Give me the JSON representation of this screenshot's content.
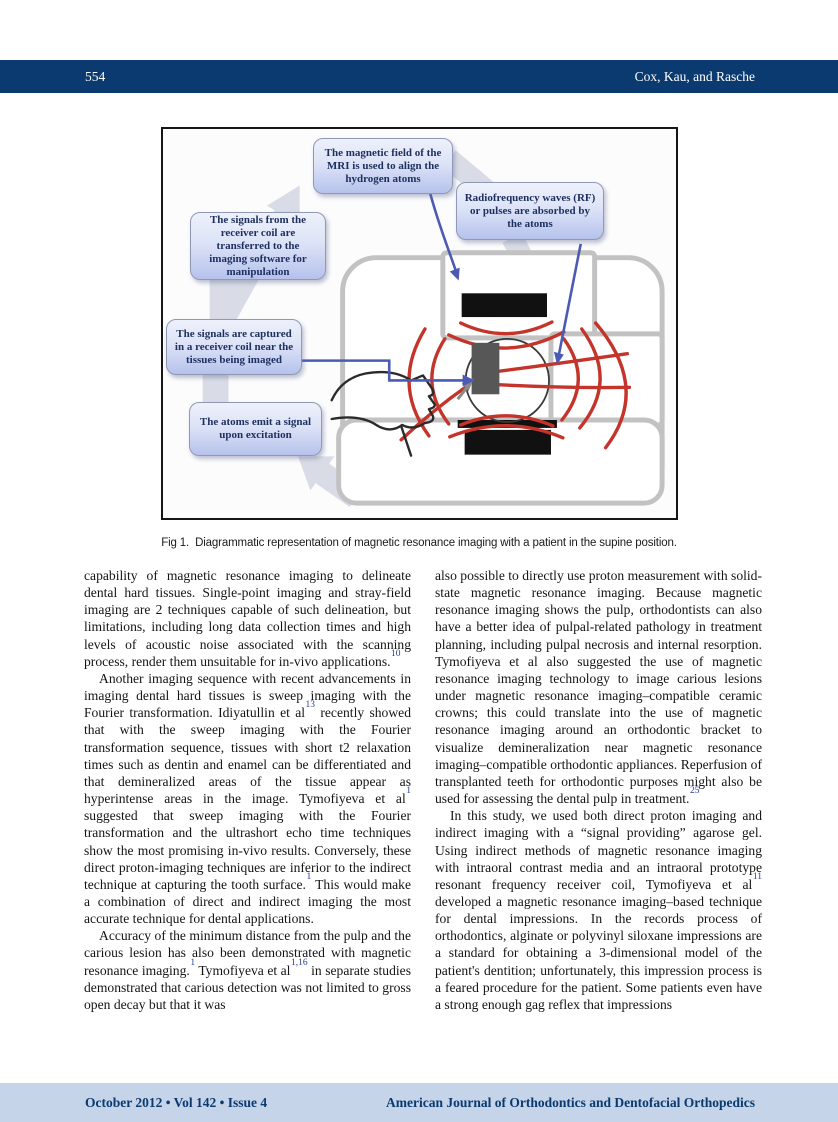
{
  "header": {
    "page_number": "554",
    "authors": "Cox, Kau, and Rasche"
  },
  "figure": {
    "caption_label": "Fig 1.",
    "caption_text": "Diagrammatic representation of magnetic resonance imaging with a patient in the supine position.",
    "callouts": [
      {
        "id": "magnetic-field",
        "text": "The magnetic field of the MRI is used to align the hydrogen atoms"
      },
      {
        "id": "rf-waves",
        "text": "Radiofrequency waves (RF) or pulses are absorbed by the atoms"
      },
      {
        "id": "signals-transferred",
        "text": "The signals from the receiver coil are transferred to the imaging software for manipulation"
      },
      {
        "id": "signals-captured",
        "text": "The signals are captured in a receiver coil near the tissues being imaged"
      },
      {
        "id": "atoms-emit",
        "text": "The atoms emit a signal upon excitation"
      }
    ],
    "diagram_colors": {
      "wave": "#c4342b",
      "magnet": "#111111",
      "coil": "#575757",
      "machine_outline": "#c2c2c2",
      "callout_border": "#8f99b5",
      "arrow_blue": "#4a5ab5",
      "flow_arrow": "#d9dce6"
    }
  },
  "body": {
    "left_column": [
      {
        "indent": false,
        "runs": [
          {
            "t": "capability of magnetic resonance imaging to delineate dental hard tissues. Single-point imaging and stray-field imaging are 2 techniques capable of such delineation, but limitations, including long data collection times and high levels of acoustic noise associated with the scanning process, render them unsuitable for in-vivo applications."
          },
          {
            "sup": "10"
          }
        ]
      },
      {
        "indent": true,
        "runs": [
          {
            "t": "Another imaging sequence with recent advancements in imaging dental hard tissues is sweep imaging with the Fourier transformation. Idiyatullin et al"
          },
          {
            "sup": "13"
          },
          {
            "t": " recently showed that with the sweep imaging with the Fourier transformation sequence, tissues with short t2 relaxation times such as dentin and enamel can be differentiated and that demineralized areas of the tissue appear as hyperintense areas in the image. Tymofiyeva et al"
          },
          {
            "sup": "1"
          },
          {
            "t": " suggested that sweep imaging with the Fourier transformation and the ultrashort echo time techniques show the most promising in-vivo results. Conversely, these direct proton-imaging techniques are inferior to the indirect technique at capturing the tooth surface."
          },
          {
            "sup": "1"
          },
          {
            "t": " This would make a combination of direct and indirect imaging the most accurate technique for dental applications."
          }
        ]
      },
      {
        "indent": true,
        "runs": [
          {
            "t": "Accuracy of the minimum distance from the pulp and the carious lesion has also been demonstrated with magnetic resonance imaging."
          },
          {
            "sup": "1"
          },
          {
            "t": " Tymofiyeva et al"
          },
          {
            "sup": "1,16"
          },
          {
            "t": " in separate studies demonstrated that carious detection was not limited to gross open decay but that it was"
          }
        ]
      }
    ],
    "right_column": [
      {
        "indent": false,
        "runs": [
          {
            "t": "also possible to directly use proton measurement with solid-state magnetic resonance imaging. Because magnetic resonance imaging shows the pulp, orthodontists can also have a better idea of pulpal-related pathology in treatment planning, including pulpal necrosis and internal resorption. Tymofiyeva et al also suggested the use of magnetic resonance imaging technology to image carious lesions under magnetic resonance imaging–compatible ceramic crowns; this could translate into the use of magnetic resonance imaging around an orthodontic bracket to visualize demineralization near magnetic resonance imaging–compatible orthodontic appliances. Reperfusion of transplanted teeth for orthodontic purposes might also be used for assessing the dental pulp in treatment."
          },
          {
            "sup": "25"
          }
        ]
      },
      {
        "indent": true,
        "runs": [
          {
            "t": "In this study, we used both direct proton imaging and indirect imaging with a “signal providing” agarose gel. Using indirect methods of magnetic resonance imaging with intraoral contrast media and an intraoral prototype resonant frequency receiver coil, Tymofiyeva et al"
          },
          {
            "sup": "11"
          },
          {
            "t": " developed a magnetic resonance imaging–based technique for dental impressions. In the records process of orthodontics, alginate or polyvinyl siloxane impressions are a standard for obtaining a 3-dimensional model of the patient's dentition; unfortunately, this impression process is a feared procedure for the patient. Some patients even have a strong enough gag reflex that impressions"
          }
        ]
      }
    ]
  },
  "footer": {
    "issue_info": "October 2012 • Vol 142 • Issue 4",
    "journal_name": "American Journal of Orthodontics and Dentofacial Orthopedics"
  },
  "colors": {
    "header_bar": "#0a3a70",
    "footer_band": "#c5d4e8",
    "footer_text": "#0a3a70",
    "link_blue": "#2c3e94"
  }
}
